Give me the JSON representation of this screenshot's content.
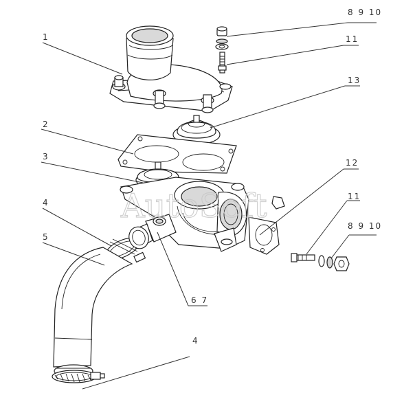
{
  "watermark": "AutoSoft",
  "callouts": {
    "c1": "1",
    "c2": "2",
    "c3": "3",
    "c4_top": "4",
    "c4_bottom": "4",
    "c5": "5",
    "c67": "6 7",
    "c8910_top": "8 9 10",
    "c8910_right": "8 9 10",
    "c11_top": "11",
    "c11_right": "11",
    "c12": "12",
    "c13": "13"
  }
}
